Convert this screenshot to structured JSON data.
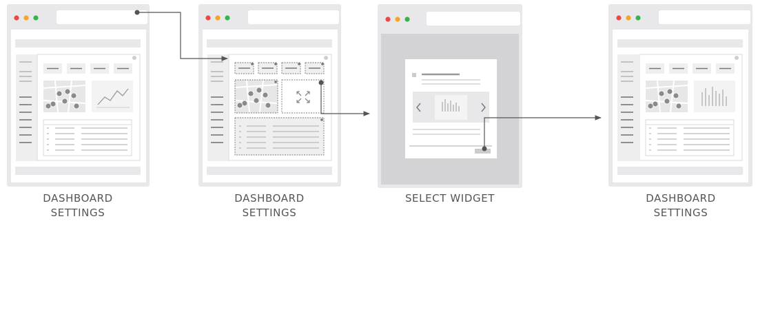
{
  "captions": {
    "step1": "DASHBOARD\nSETTINGS",
    "step2": "DASHBOARD\nSETTINGS",
    "step3": "SELECT WIDGET",
    "step4": "DASHBOARD\nSETTINGS"
  },
  "colors": {
    "frame": "#e8e8ea",
    "line": "#9a9a9a",
    "accent_dark": "#555555",
    "dot_red": "#ed4747",
    "dot_orange": "#f5a523",
    "dot_green": "#36b34a",
    "overlay": "#d3d3d5"
  }
}
